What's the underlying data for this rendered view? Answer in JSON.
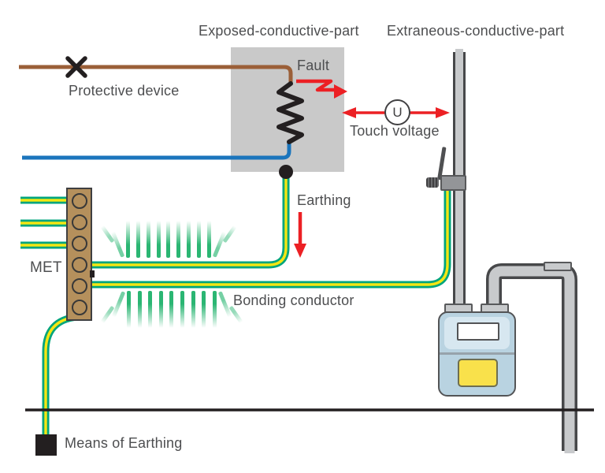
{
  "diagram": {
    "top_labels": {
      "exposed": "Exposed-conductive-part",
      "extraneous": "Extraneous-conductive-part"
    },
    "labels": {
      "protective_device": "Protective device",
      "fault": "Fault",
      "touch_voltage": "Touch voltage",
      "voltage_symbol": "U",
      "earthing": "Earthing",
      "met": "MET",
      "bonding_conductor": "Bonding conductor",
      "means_of_earthing": "Means of Earthing"
    }
  },
  "colors": {
    "line_brown": "#9b5f38",
    "neutral_blue": "#1b75bc",
    "alert_red": "#ec2024",
    "earth_green": "#00a57c",
    "earth_yellow": "#f4e613",
    "highlight_gray": "#c9c9c9",
    "terminal_tan": "#b5905c",
    "meter_blue": "#b9d3e1",
    "meter_panel_yellow": "#f9e14b",
    "pipe_gray": "#c8cacc",
    "ray_green": "#2bb673",
    "text_gray": "#4d4e50"
  }
}
